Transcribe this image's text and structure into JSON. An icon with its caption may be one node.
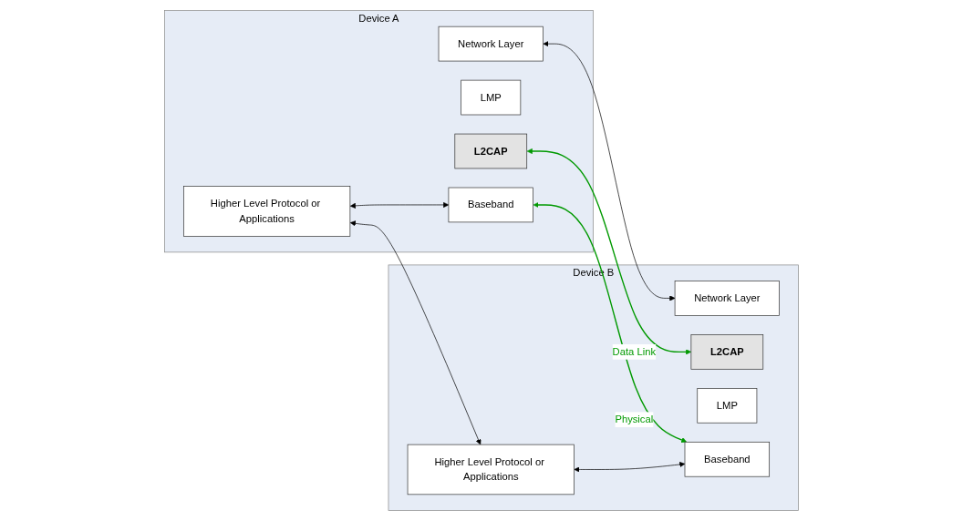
{
  "diagram": {
    "nodes": [
      {
        "text": [
          "Device A"
        ]
      },
      {
        "text": [
          "Higher Level Protocol or Applications"
        ],
        "in": 0
      },
      {
        "text": [
          "Network Layer"
        ],
        "in": 0
      },
      {
        "text": [
          "LMP"
        ],
        "in": 0
      },
      {
        "text": [
          "L2CAP"
        ],
        "in": 0
      },
      {
        "text": [
          "Baseband"
        ],
        "in": 0
      },
      {
        "text": [
          "Device B"
        ]
      },
      {
        "text": [
          "Higher Level Protocol or Applications"
        ],
        "in": 6
      },
      {
        "text": [
          "Network Layer"
        ],
        "in": 6
      },
      {
        "text": [
          "L2CAP"
        ],
        "in": 6
      },
      {
        "text": [
          "LMP"
        ],
        "in": 6
      },
      {
        "text": [
          "Baseband"
        ],
        "in": 6
      }
    ],
    "edges": [
      {
        "from": 1,
        "to": 7,
        "arrow": "both"
      },
      {
        "from": 2,
        "to": 8,
        "arrow": "both"
      },
      {
        "from": 4,
        "to": 9,
        "arrow": "both",
        "label": "Data Link",
        "color": "#009900"
      },
      {
        "from": 5,
        "to": 11,
        "arrow": "both",
        "label": "Physical",
        "color": "#009900"
      },
      {
        "from": 1,
        "to": 5,
        "arrow": "both"
      },
      {
        "from": 7,
        "to": 11,
        "arrow": "both"
      }
    ]
  }
}
